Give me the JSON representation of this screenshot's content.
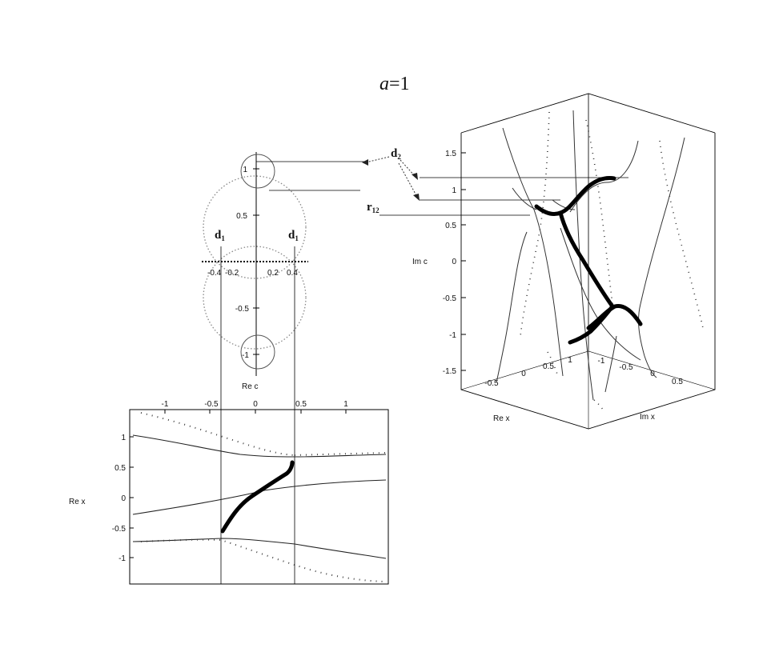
{
  "title": {
    "var": "a",
    "rest": "=1"
  },
  "labels": {
    "d1_left": "d",
    "d1_left_sub": "1",
    "d1_right": "d",
    "d1_right_sub": "1",
    "d2": "d",
    "d2_sub": "2",
    "r12": "r",
    "r12_sub": "12"
  },
  "top_plot": {
    "xlabel": "Re c",
    "x_ticks": [
      "-0.4",
      "-0.2",
      "0.2",
      "0.4"
    ],
    "y_ticks": [
      "1",
      "0.5",
      "-0.5",
      "-1"
    ]
  },
  "bottom_plot": {
    "ylabel": "Re x",
    "x_ticks": [
      "-1",
      "-0.5",
      "0",
      "0.5",
      "1"
    ],
    "y_ticks": [
      "1",
      "0.5",
      "0",
      "-0.5",
      "-1"
    ]
  },
  "right_plot": {
    "zlabel": "Im c",
    "xlabel": "Re x",
    "ylabel": "Im x",
    "z_ticks": [
      "1.5",
      "1",
      "0.5",
      "0",
      "-0.5",
      "-1",
      "-1.5"
    ],
    "rex_ticks": [
      "-0.5",
      "0",
      "0.5",
      "1"
    ],
    "imx_ticks": [
      "-1",
      "-0.5",
      "0",
      "0.5"
    ]
  }
}
